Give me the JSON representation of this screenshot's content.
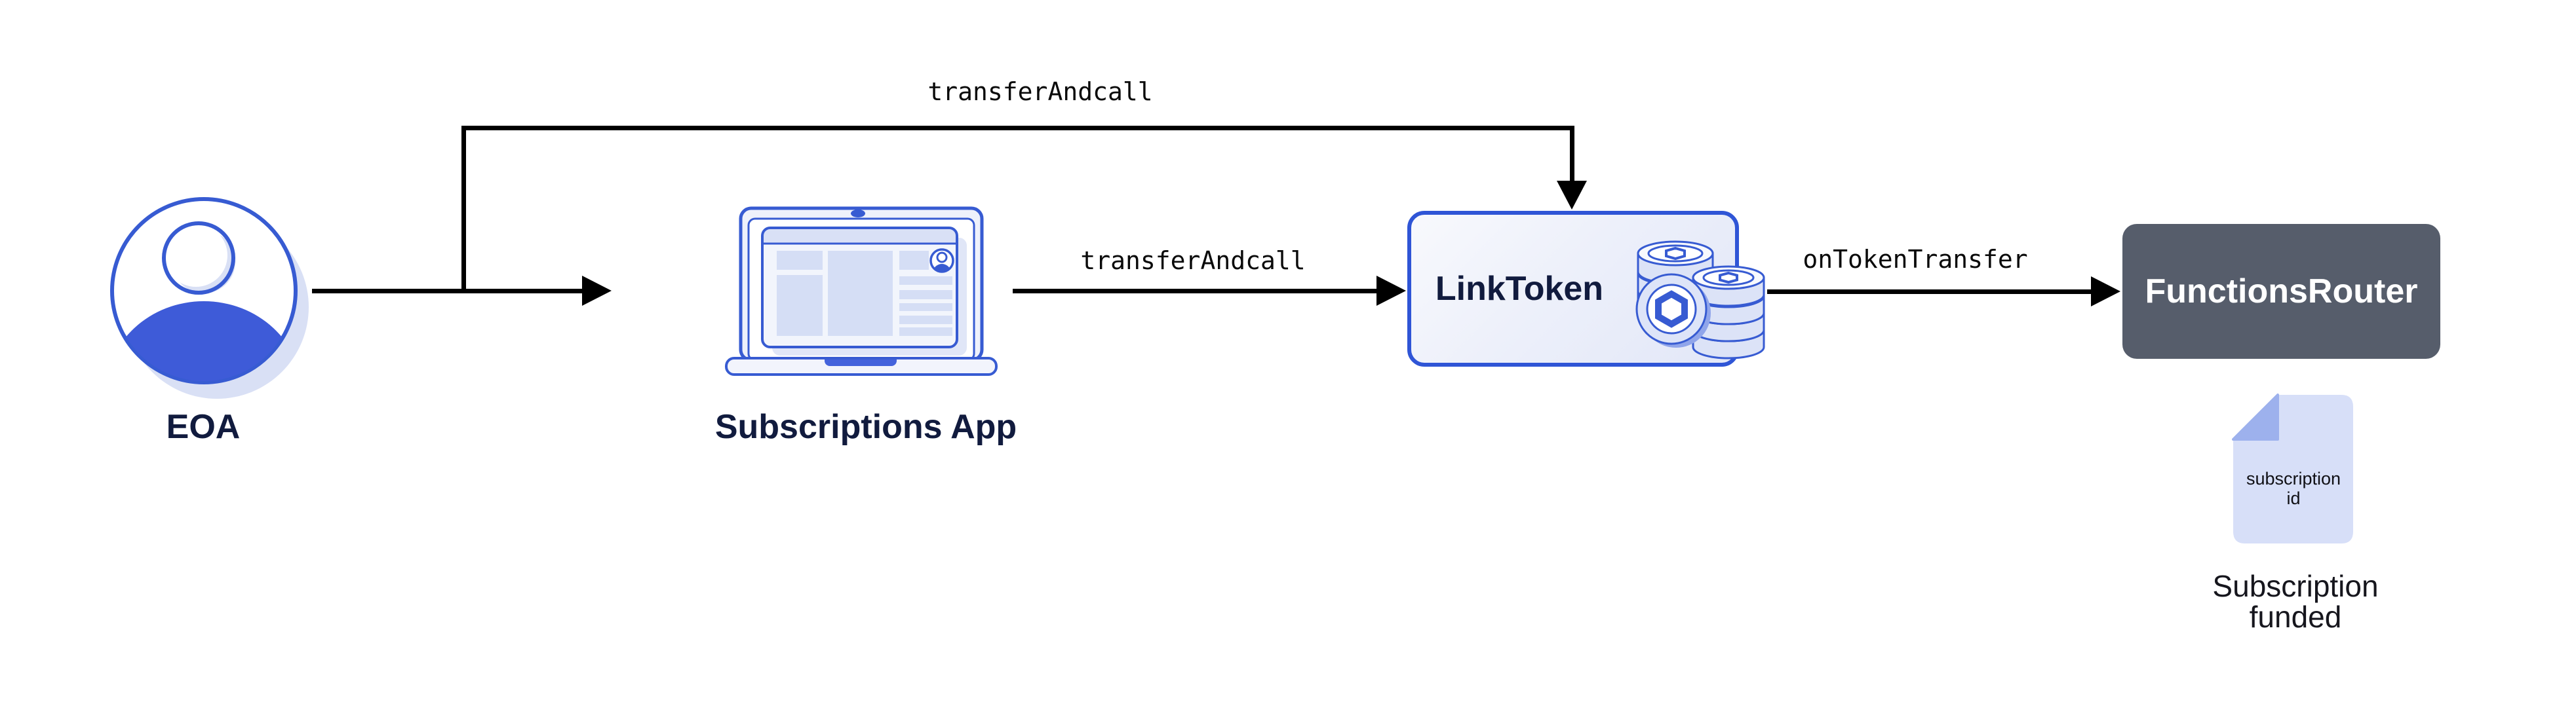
{
  "nodes": {
    "eoa": {
      "label": "EOA"
    },
    "app": {
      "label": "Subscriptions App"
    },
    "link_token": {
      "label": "LinkToken"
    },
    "functions_router": {
      "label": "FunctionsRouter"
    }
  },
  "edges": {
    "eoa_to_link_token": {
      "label": "transferAndcall"
    },
    "app_to_link_token": {
      "label": "transferAndcall"
    },
    "link_token_to_functions_router": {
      "label": "onTokenTransfer"
    }
  },
  "artifact": {
    "doc_line1": "subscription",
    "doc_line2": "id",
    "caption_line1": "Subscription",
    "caption_line2": "funded"
  },
  "icons": {
    "eoa": "user-avatar-icon",
    "app": "laptop-app-icon",
    "link_token": "link-coins-icon",
    "artifact": "document-icon"
  },
  "colors": {
    "brand_blue": "#375BD2",
    "royal_fill": "#3E5BD8",
    "light_lavender": "#D9E0F5",
    "panel_fill": "#D5DEF5",
    "navy_text": "#111B3E",
    "slate_box": "#565D6B",
    "doc_fill": "#D7DFF8",
    "doc_fold": "#9DB1ED",
    "arrow": "#000000",
    "white": "#FFFFFF"
  }
}
